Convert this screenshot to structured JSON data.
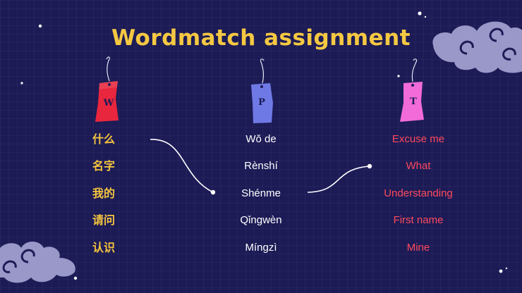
{
  "title": "Wordmatch assignment",
  "tags": [
    {
      "letter": "W",
      "color": "#e8263d"
    },
    {
      "letter": "P",
      "color": "#6f79e6"
    },
    {
      "letter": "T",
      "color": "#f26bd8"
    }
  ],
  "columns": {
    "chinese": [
      "什么",
      "名字",
      "我的",
      "请问",
      "认识"
    ],
    "pinyin": [
      "Wǒ de",
      "Rènshí",
      "Shénme",
      "Qǐngwèn",
      "Míngzì"
    ],
    "english": [
      "Excuse me",
      "What",
      "Understanding",
      "First name",
      "Mine"
    ]
  },
  "colors": {
    "background": "#1c1b56",
    "title": "#f5c842",
    "chinese_text": "#f6c53e",
    "pinyin_text": "#ffffff",
    "english_text": "#ff4a5c",
    "cloud": "#9a98c8"
  }
}
